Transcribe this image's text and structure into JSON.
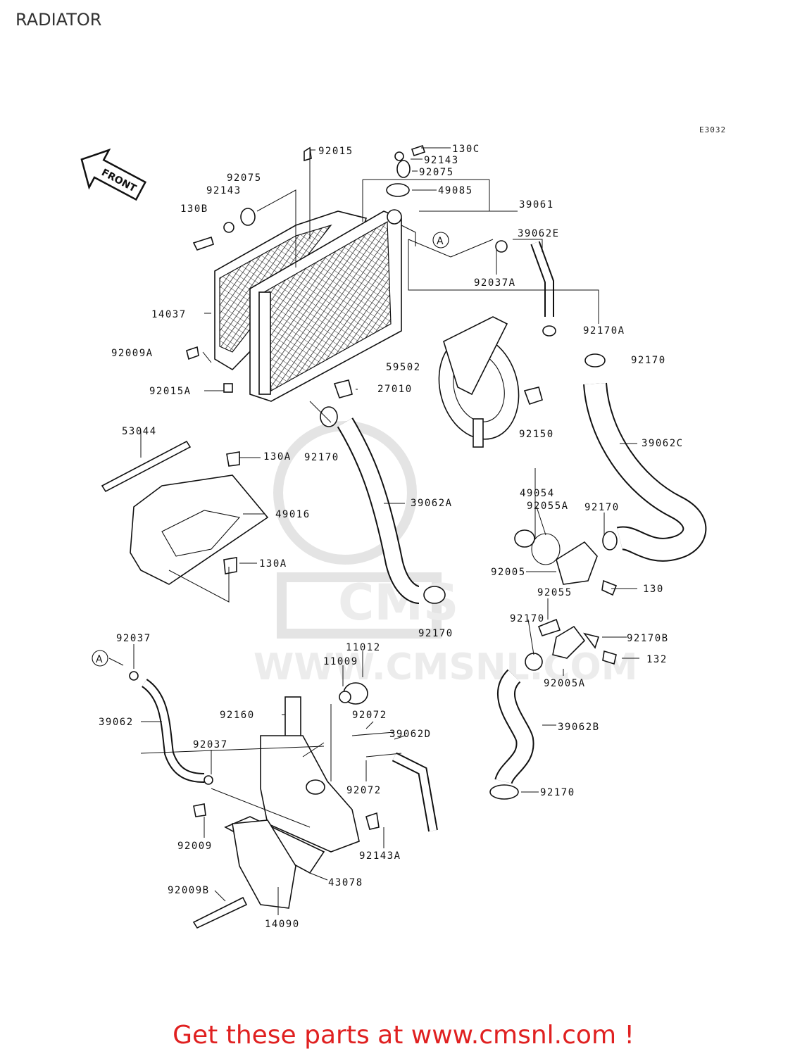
{
  "header": {
    "title": "RADIATOR",
    "diagram_code": "E3032"
  },
  "front_arrow": {
    "label": "FRONT"
  },
  "watermark": {
    "text": "WWW.CMSNL.COM",
    "logo": "CMS"
  },
  "callouts": {
    "ref_a_top": "A",
    "ref_a_bottom": "A"
  },
  "parts": [
    "92015",
    "130C",
    "92143",
    "92075",
    "49085",
    "39061",
    "92075",
    "92143",
    "130B",
    "39062E",
    "92037A",
    "14037",
    "92170A",
    "92009A",
    "92170",
    "59502",
    "92015A",
    "27010",
    "92150",
    "53044",
    "130A",
    "92170",
    "39062C",
    "39062A",
    "49016",
    "49054",
    "92055A",
    "92170",
    "130A",
    "92005",
    "130",
    "92055",
    "92170",
    "92170",
    "92170B",
    "92037",
    "11012",
    "11009",
    "132",
    "92005A",
    "39062",
    "92160",
    "92072",
    "39062D",
    "39062B",
    "92037",
    "92072",
    "92170",
    "92009",
    "92143A",
    "43078",
    "92009B",
    "14090"
  ],
  "footer": {
    "cta": "Get these parts at www.cmsnl.com !"
  }
}
